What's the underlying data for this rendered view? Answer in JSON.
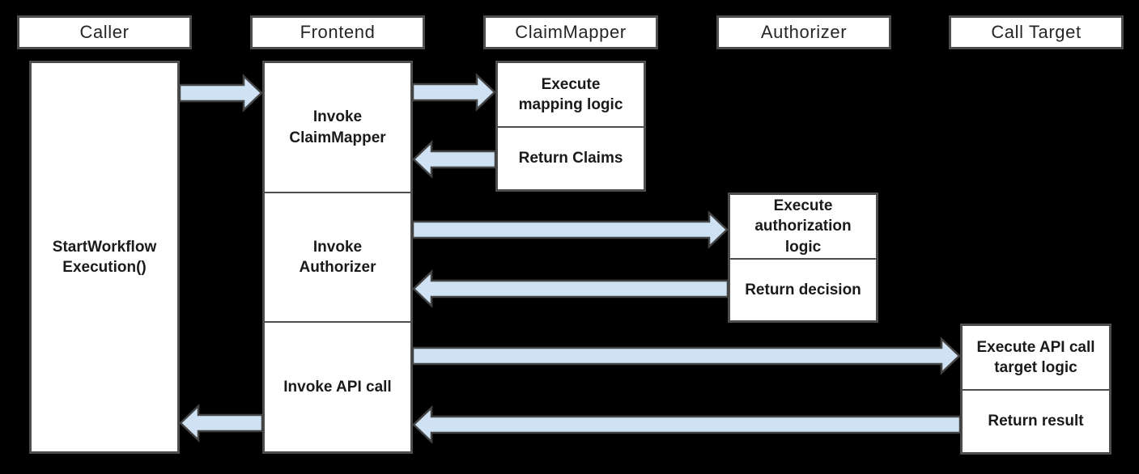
{
  "diagram": {
    "type": "sequence-diagram",
    "actors": [
      {
        "name": "Caller"
      },
      {
        "name": "Frontend"
      },
      {
        "name": "ClaimMapper"
      },
      {
        "name": "Authorizer"
      },
      {
        "name": "Call Target"
      }
    ],
    "caller": {
      "activation_label": "StartWorkflow\nExecution()"
    },
    "frontend": {
      "steps": [
        {
          "label": "Invoke\nClaimMapper"
        },
        {
          "label": "Invoke\nAuthorizer"
        },
        {
          "label": "Invoke API call"
        }
      ]
    },
    "claimmapper": {
      "execute_label": "Execute\nmapping logic",
      "return_label": "Return Claims"
    },
    "authorizer": {
      "execute_label": "Execute\nauthorization\nlogic",
      "return_label": "Return decision"
    },
    "calltarget": {
      "execute_label": "Execute API call\ntarget logic",
      "return_label": "Return result"
    },
    "edges": [
      {
        "from": "Caller",
        "to": "Frontend"
      },
      {
        "from": "Frontend",
        "to": "ClaimMapper"
      },
      {
        "from": "ClaimMapper",
        "to": "Frontend"
      },
      {
        "from": "Frontend",
        "to": "Authorizer"
      },
      {
        "from": "Authorizer",
        "to": "Frontend"
      },
      {
        "from": "Frontend",
        "to": "Call Target"
      },
      {
        "from": "Call Target",
        "to": "Frontend"
      },
      {
        "from": "Frontend",
        "to": "Caller"
      }
    ]
  },
  "colors": {
    "background": "#000000",
    "box_fill": "#ffffff",
    "box_border": "#4d4d4d",
    "arrow_fill": "#cfe2f3",
    "arrow_stroke": "#434343",
    "text": "#1a1a1a",
    "header_text": "#262626"
  }
}
